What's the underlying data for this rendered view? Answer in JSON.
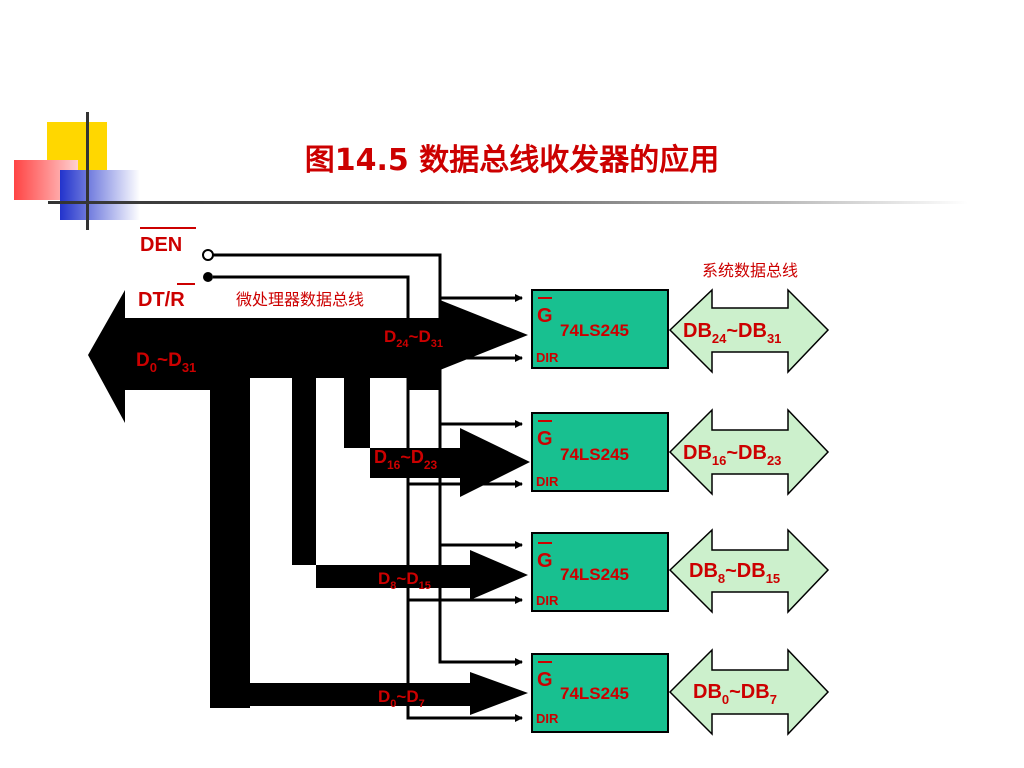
{
  "slide": {
    "title": "图14.5  数据总线收发器的应用",
    "accent_colors": {
      "yellow": "#ffd700",
      "red": "#ff5555",
      "blue": "#2233cc",
      "chip": "#18c090",
      "bus_arrow": "#ccf0cc",
      "text_red": "#cc0000"
    }
  },
  "signals": {
    "den": "DEN",
    "dtr_prefix": "DT/",
    "dtr_bar": "R"
  },
  "labels": {
    "micro_bus": "微处理器数据总线",
    "system_bus": "系统数据总线",
    "main_bus": {
      "base": "D",
      "sub1": "0",
      "sep": "~",
      "base2": "D",
      "sub2": "31"
    }
  },
  "transceivers": [
    {
      "chip": "74LS245",
      "g": "G",
      "dir": "DIR",
      "local": {
        "a": "24",
        "b": "31"
      },
      "db": {
        "a": "24",
        "b": "31"
      }
    },
    {
      "chip": "74LS245",
      "g": "G",
      "dir": "DIR",
      "local": {
        "a": "16",
        "b": "23"
      },
      "db": {
        "a": "16",
        "b": "23"
      }
    },
    {
      "chip": "74LS245",
      "g": "G",
      "dir": "DIR",
      "local": {
        "a": "8",
        "b": "15"
      },
      "db": {
        "a": "8",
        "b": "15"
      }
    },
    {
      "chip": "74LS245",
      "g": "G",
      "dir": "DIR",
      "local": {
        "a": "0",
        "b": "7"
      },
      "db": {
        "a": "0",
        "b": "7"
      }
    }
  ]
}
